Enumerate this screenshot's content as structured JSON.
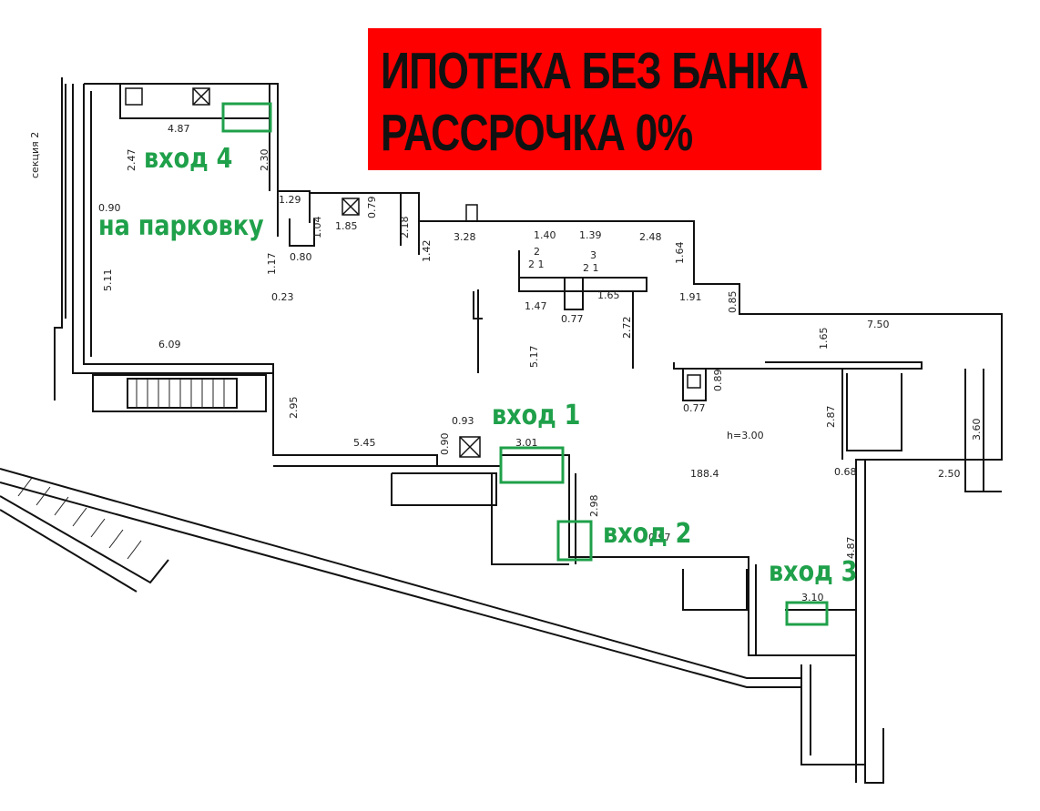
{
  "banner": {
    "line1": "ИПОТЕКА БЕЗ БАНКА",
    "line2": "РАССРОЧКА 0%",
    "bg_color": "#fe0000"
  },
  "entrances": {
    "color": "#1fa04a",
    "e1": "вход 1",
    "e2": "вход 2",
    "e3": "вход 3",
    "e4": "вход 4",
    "parking": "на парковку"
  },
  "plan": {
    "section_label": "секция 2",
    "height_label": "h=3.00",
    "area_label": "188.4",
    "room2": "2",
    "room2_sub": "2 1",
    "room3": "3",
    "room3_sub": "2 1",
    "dims": {
      "d487_top": "4.87",
      "d247": "2.47",
      "d230": "2.30",
      "d090_left": "0.90",
      "d129": "1.29",
      "d185": "1.85",
      "d079": "0.79",
      "d104": "1.04",
      "d218": "2.18",
      "d142": "1.42",
      "d328": "3.28",
      "d140": "1.40",
      "d139": "1.39",
      "d248": "2.48",
      "d164": "1.64",
      "d080": "0.80",
      "d117": "1.17",
      "d023": "0.23",
      "d511": "5.11",
      "d147": "1.47",
      "d077_mid": "0.77",
      "d165_mid": "1.65",
      "d272": "2.72",
      "d191": "1.91",
      "d085": "0.85",
      "d517": "5.17",
      "d165_right": "1.65",
      "d750": "7.50",
      "d609": "6.09",
      "d295": "2.95",
      "d093": "0.93",
      "d090_mid": "0.90",
      "d545": "5.45",
      "d301": "3.01",
      "d089": "0.89",
      "d077_right": "0.77",
      "d287": "2.87",
      "d360": "3.60",
      "d250": "2.50",
      "d068": "0.68",
      "d298": "2.98",
      "d487_right": "4.87",
      "d097": "0.97",
      "d310": "3.10"
    }
  }
}
